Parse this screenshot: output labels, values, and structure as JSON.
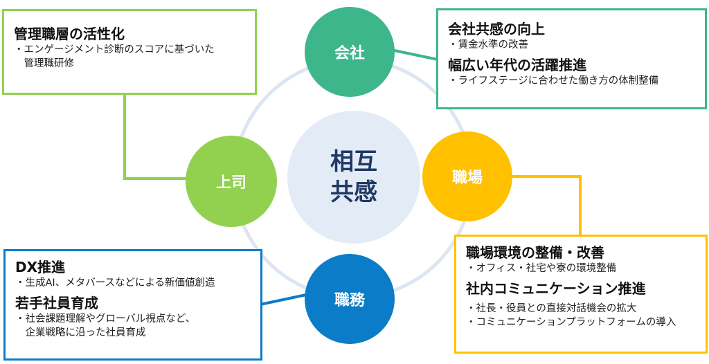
{
  "colors": {
    "company": "#3DB68C",
    "workplace": "#FFC000",
    "job": "#0A7CC8",
    "boss": "#92D050",
    "center_bg": "#E3EBF6",
    "center_text": "#1F3864",
    "ring": "#DCE6F2"
  },
  "center": {
    "line1": "相互",
    "line2": "共感"
  },
  "circles": {
    "company": "会社",
    "workplace": "職場",
    "job": "職務",
    "boss": "上司"
  },
  "boxes": {
    "boss": {
      "items": [
        {
          "heading": "管理職層の活性化",
          "bullets": [
            "・エンゲージメント診断のスコアに基づいた",
            "　管理職研修"
          ]
        }
      ]
    },
    "company": {
      "items": [
        {
          "heading": "会社共感の向上",
          "bullets": [
            "・賃金水準の改善"
          ]
        },
        {
          "heading": "幅広い年代の活躍推進",
          "bullets": [
            "・ライフステージに合わせた働き方の体制整備"
          ]
        }
      ]
    },
    "workplace": {
      "items": [
        {
          "heading": "職場環境の整備・改善",
          "bullets": [
            "・オフィス・社宅や寮の環境整備"
          ]
        },
        {
          "heading": "社内コミュニケーション推進",
          "bullets": [
            "・社長・役員との直接対話機会の拡大",
            "・コミュニケーションプラットフォームの導入"
          ]
        }
      ]
    },
    "job": {
      "items": [
        {
          "heading": "DX推進",
          "bullets": [
            "・生成AI、メタバースなどによる新価値創造"
          ]
        },
        {
          "heading": "若手社員育成",
          "bullets": [
            "・社会課題理解やグローバル視点など、",
            "　企業戦略に沿った社員育成"
          ]
        }
      ]
    }
  }
}
